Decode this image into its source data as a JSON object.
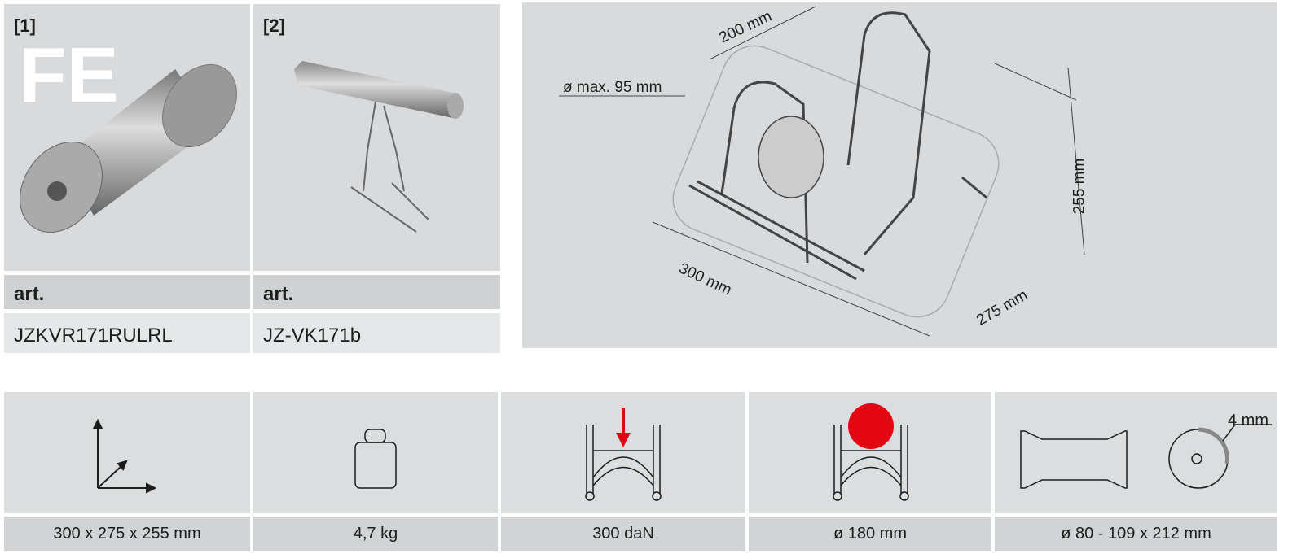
{
  "products": [
    {
      "index": "[1]",
      "badge": "FE",
      "header": "art.",
      "code": "JZKVR171RULRL"
    },
    {
      "index": "[2]",
      "header": "art.",
      "code": "JZ-VK171b"
    }
  ],
  "drawing": {
    "diameter": "ø max. 95 mm",
    "width": "200 mm",
    "length": "300 mm",
    "depth": "275 mm",
    "height": "255 mm"
  },
  "specs": [
    {
      "icon": "dimensions-axes-icon",
      "label": "300 x 275 x 255 mm"
    },
    {
      "icon": "weight-icon",
      "label": "4,7 kg"
    },
    {
      "icon": "load-arrow-icon",
      "label": "300 daN"
    },
    {
      "icon": "max-diameter-icon",
      "label": "ø 180 mm"
    },
    {
      "icon": "roller-profile-icon",
      "label": "ø 80 - 109 x 212 mm",
      "detail": "4 mm"
    }
  ],
  "colors": {
    "accent": "#e30613"
  }
}
